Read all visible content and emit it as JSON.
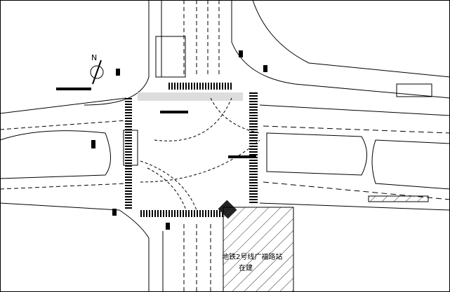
{
  "drawing": {
    "north_label": "N",
    "station_label": "地铁2号线广福路站",
    "station_status": "在建",
    "colors": {
      "line": "#000000",
      "background": "#ffffff",
      "hatch": "#333333"
    }
  }
}
